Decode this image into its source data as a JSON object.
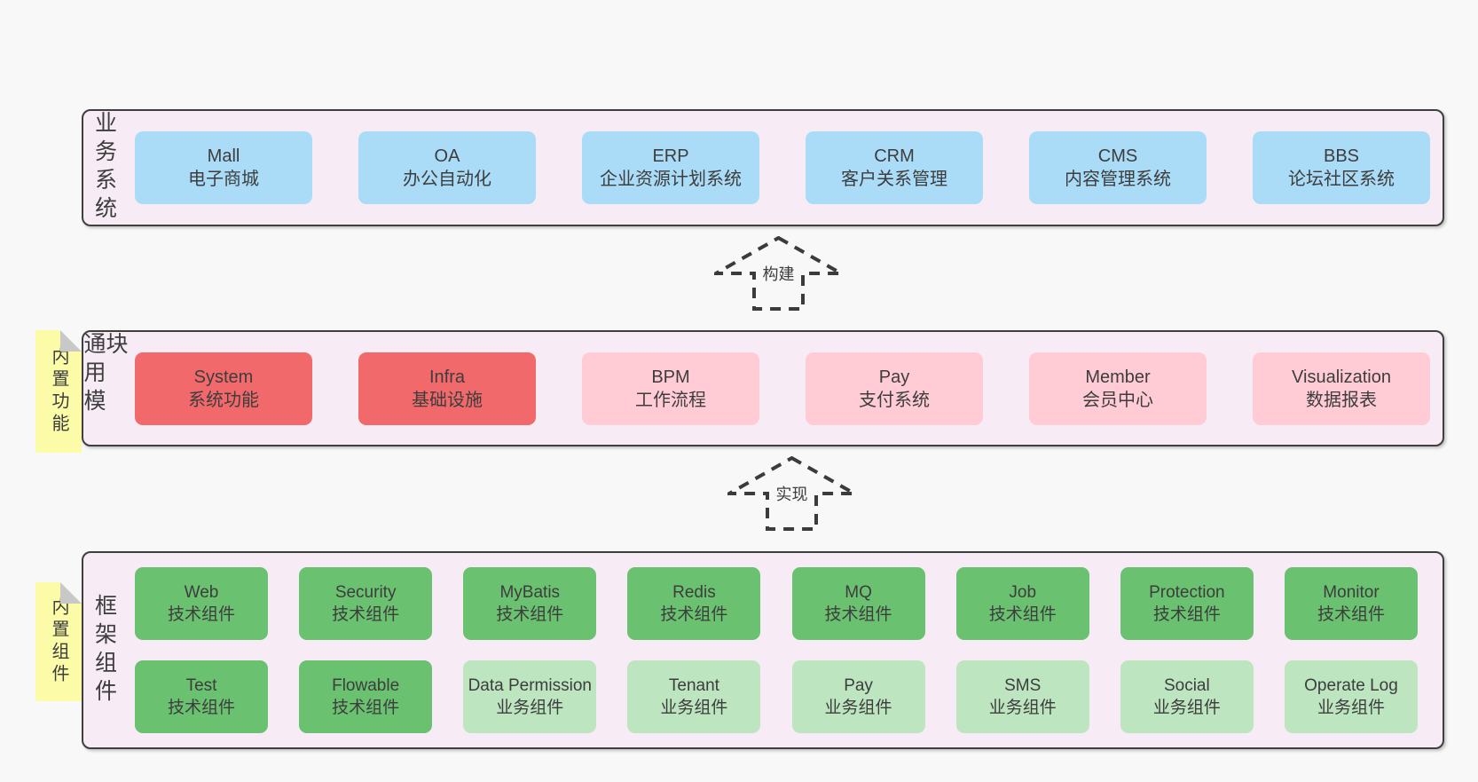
{
  "palette": {
    "page_bg": "#f8f8f8",
    "band_bg": "#f7ecf5",
    "band_border": "#3f3f3f",
    "text": "#3d3d3d",
    "blue": "#aadcf7",
    "red": "#f2696b",
    "pink": "#ffccd6",
    "green": "#6ac170",
    "light_green": "#bce5c0",
    "note_yellow": "#fbfba8",
    "note_fold": "#c8c8c8",
    "arrow": "#3b3b3b"
  },
  "layers": {
    "business": {
      "label": "业务系统",
      "boxes": [
        {
          "name": "Mall",
          "desc": "电子商城"
        },
        {
          "name": "OA",
          "desc": "办公自动化"
        },
        {
          "name": "ERP",
          "desc": "企业资源计划系统"
        },
        {
          "name": "CRM",
          "desc": "客户关系管理"
        },
        {
          "name": "CMS",
          "desc": "内容管理系统"
        },
        {
          "name": "BBS",
          "desc": "论坛社区系统"
        }
      ]
    },
    "modules": {
      "label": "通用模块",
      "note": "内置功能",
      "boxes": [
        {
          "name": "System",
          "desc": "系统功能"
        },
        {
          "name": "Infra",
          "desc": "基础设施"
        },
        {
          "name": "BPM",
          "desc": "工作流程"
        },
        {
          "name": "Pay",
          "desc": "支付系统"
        },
        {
          "name": "Member",
          "desc": "会员中心"
        },
        {
          "name": "Visualization",
          "desc": "数据报表"
        }
      ]
    },
    "components": {
      "label": "框架组件",
      "note": "内置组件",
      "row1": [
        {
          "name": "Web",
          "desc": "技术组件"
        },
        {
          "name": "Security",
          "desc": "技术组件"
        },
        {
          "name": "MyBatis",
          "desc": "技术组件"
        },
        {
          "name": "Redis",
          "desc": "技术组件"
        },
        {
          "name": "MQ",
          "desc": "技术组件"
        },
        {
          "name": "Job",
          "desc": "技术组件"
        },
        {
          "name": "Protection",
          "desc": "技术组件"
        },
        {
          "name": "Monitor",
          "desc": "技术组件"
        }
      ],
      "row2": [
        {
          "name": "Test",
          "desc": "技术组件"
        },
        {
          "name": "Flowable",
          "desc": "技术组件"
        },
        {
          "name": "Data Permission",
          "desc": "业务组件"
        },
        {
          "name": "Tenant",
          "desc": "业务组件"
        },
        {
          "name": "Pay",
          "desc": "业务组件"
        },
        {
          "name": "SMS",
          "desc": "业务组件"
        },
        {
          "name": "Social",
          "desc": "业务组件"
        },
        {
          "name": "Operate Log",
          "desc": "业务组件"
        }
      ]
    }
  },
  "arrows": {
    "build": {
      "label": "构建"
    },
    "implement": {
      "label": "实现"
    }
  }
}
